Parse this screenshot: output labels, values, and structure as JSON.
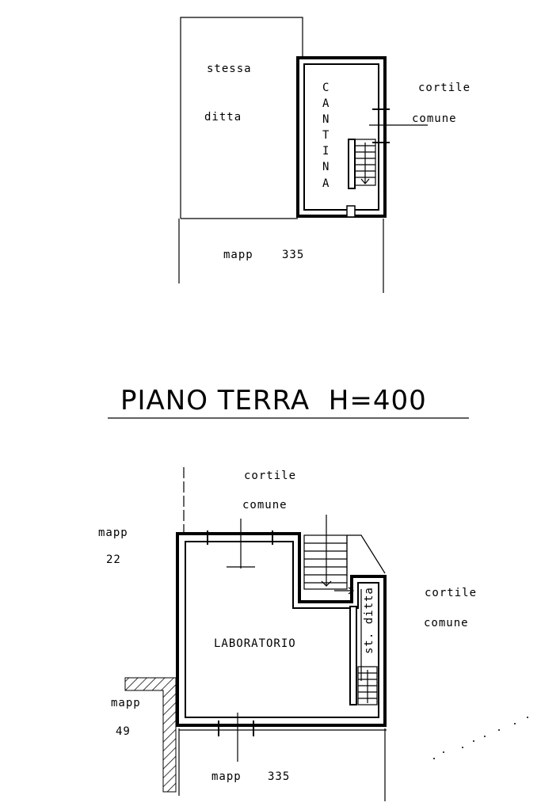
{
  "upper_plan": {
    "stessa_ditta": [
      "stessa",
      "ditta"
    ],
    "cortile_comune": [
      "cortile",
      "comune"
    ],
    "cantina_letters": [
      "C",
      "A",
      "N",
      "T",
      "I",
      "N",
      "A"
    ],
    "mapp_label": "mapp",
    "mapp_number": "335"
  },
  "section_title": "PIANO TERRA  H=400",
  "lower_plan": {
    "cortile_comune_top": [
      "cortile",
      "comune"
    ],
    "cortile_comune_right": [
      "cortile",
      "comune"
    ],
    "mapp_22": [
      "mapp",
      "22"
    ],
    "mapp_49": [
      "mapp",
      "49"
    ],
    "room_label": "LABORATORIO",
    "st_ditta": "st. ditta",
    "mapp_label": "mapp",
    "mapp_number": "335"
  }
}
